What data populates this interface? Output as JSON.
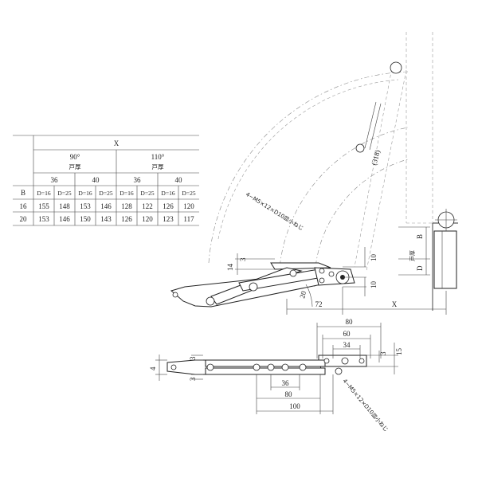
{
  "table": {
    "header_x": "X",
    "angle_90": "90°",
    "angle_110": "110°",
    "door_thickness": "戸厚",
    "t36": "36",
    "t40": "40",
    "b_label": "B",
    "d16": "D=16",
    "d25": "D=25",
    "rows": [
      {
        "b": "16",
        "values": [
          "155",
          "148",
          "153",
          "146",
          "128",
          "122",
          "126",
          "120"
        ]
      },
      {
        "b": "20",
        "values": [
          "153",
          "146",
          "150",
          "143",
          "126",
          "120",
          "123",
          "117"
        ]
      }
    ]
  },
  "side_view": {
    "screw_note": "4−M5×12×D10皿小ねじ",
    "dim_318": "(318)",
    "dim_14": "14",
    "dim_3": "3",
    "dim_10a": "10",
    "dim_10b": "10",
    "dim_72": "72",
    "dim_x": "X",
    "dim_20": "20",
    "dim_b": "B",
    "dim_d": "D",
    "door_label": "戸厚"
  },
  "top_view": {
    "dim_80_top": "80",
    "dim_60": "60",
    "dim_34": "34",
    "dim_3_right": "3",
    "dim_15": "15",
    "dim_4": "4",
    "dim_3a": "3",
    "dim_3b": "3",
    "dim_36": "36",
    "dim_80_bottom": "80",
    "dim_100": "100",
    "screw_note": "4−M5×12×D10皿小ねじ"
  }
}
